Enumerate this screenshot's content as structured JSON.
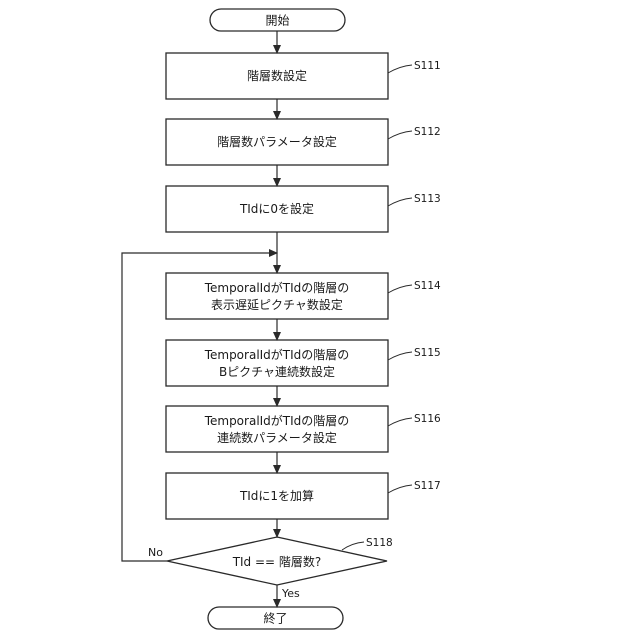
{
  "start": {
    "text": "開始"
  },
  "end": {
    "text": "終了"
  },
  "steps": [
    {
      "id": "S111",
      "lines": [
        "階層数設定"
      ]
    },
    {
      "id": "S112",
      "lines": [
        "階層数パラメータ設定"
      ]
    },
    {
      "id": "S113",
      "lines": [
        "TIdに0を設定"
      ]
    },
    {
      "id": "S114",
      "lines": [
        "TemporalIdがTIdの階層の",
        "表示遅延ピクチャ数設定"
      ]
    },
    {
      "id": "S115",
      "lines": [
        "TemporalIdがTIdの階層の",
        "Bピクチャ連続数設定"
      ]
    },
    {
      "id": "S116",
      "lines": [
        "TemporalIdがTIdの階層の",
        "連続数パラメータ設定"
      ]
    },
    {
      "id": "S117",
      "lines": [
        "TIdに1を加算"
      ]
    }
  ],
  "decision": {
    "id": "S118",
    "text": "TId == 階層数?"
  },
  "branches": {
    "no": "No",
    "yes": "Yes"
  },
  "colors": {
    "stroke": "#2a2a2a",
    "fill": "#ffffff",
    "text": "#1a1a1a"
  }
}
